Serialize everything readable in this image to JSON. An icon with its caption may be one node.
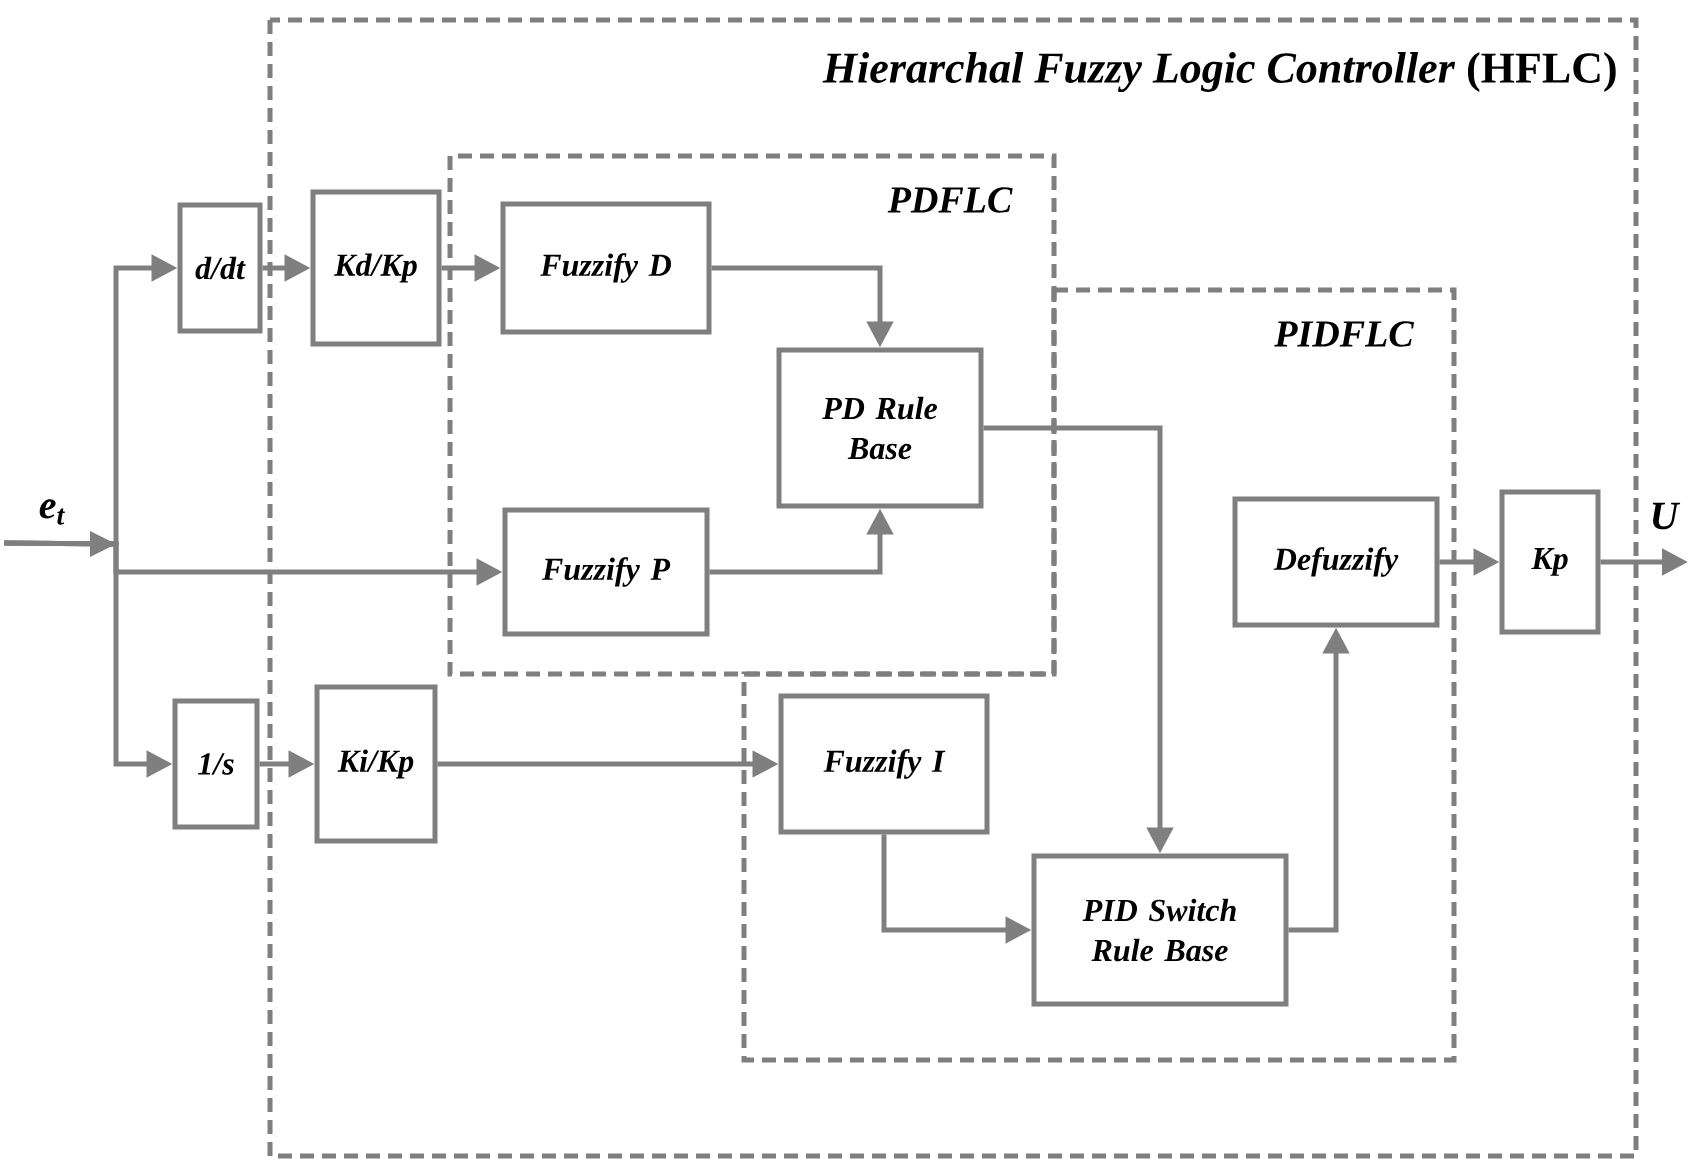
{
  "diagram": {
    "nodes": [
      {
        "text": [
          "*Hierarchal Fuzzy Logic Controller* (HFLC)"
        ]
      },
      {
        "text": [
          "PDFLC"
        ],
        "in": 0
      },
      {
        "text": [
          "PIDFLC"
        ],
        "in": 0
      },
      {
        "text": [
          "d/dt"
        ]
      },
      {
        "text": [
          "Kd/Kp"
        ],
        "in": 0
      },
      {
        "text": [
          "Fuzzify D"
        ],
        "in": 1
      },
      {
        "text": [
          "PD Rule Base"
        ],
        "in": 1
      },
      {
        "text": [
          "Fuzzify P"
        ],
        "in": 1
      },
      {
        "text": [
          "1/s"
        ]
      },
      {
        "text": [
          "Ki/Kp"
        ],
        "in": 0
      },
      {
        "text": [
          "Fuzzify I"
        ],
        "in": 2
      },
      {
        "text": [
          "Defuzzify"
        ],
        "in": 2
      },
      {
        "text": [
          "PID Switch Rule Base"
        ],
        "in": 2
      },
      {
        "text": [
          "Kp"
        ],
        "in": 0
      },
      {
        "text": [
          "e$_{t}$"
        ]
      },
      {
        "text": [
          "U"
        ]
      }
    ],
    "edges": [
      {
        "from": 14,
        "to": 3,
        "arrow": "to"
      },
      {
        "from": 14,
        "to": 7,
        "arrow": "to"
      },
      {
        "from": 14,
        "to": 8,
        "arrow": "to"
      },
      {
        "from": 3,
        "to": 4,
        "arrow": "to"
      },
      {
        "from": 4,
        "to": 5,
        "arrow": "to"
      },
      {
        "from": 5,
        "to": 6,
        "arrow": "to"
      },
      {
        "from": 7,
        "to": 6,
        "arrow": "to"
      },
      {
        "from": 6,
        "to": 12,
        "arrow": "to"
      },
      {
        "from": 8,
        "to": 9,
        "arrow": "to"
      },
      {
        "from": 9,
        "to": 10,
        "arrow": "to"
      },
      {
        "from": 10,
        "to": 12,
        "arrow": "to"
      },
      {
        "from": 12,
        "to": 11,
        "arrow": "to"
      },
      {
        "from": 11,
        "to": 13,
        "arrow": "to"
      },
      {
        "from": 13,
        "to": 15,
        "arrow": "to"
      }
    ]
  }
}
